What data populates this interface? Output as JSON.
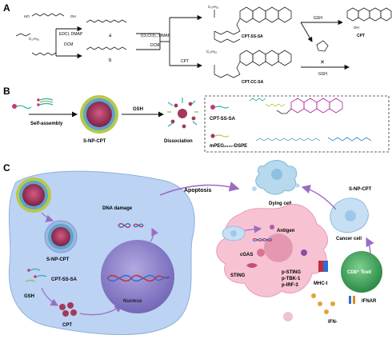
{
  "panel_labels": [
    "A",
    "B",
    "C"
  ],
  "panel_a": {
    "reagents_top": "EDCI, DMAP",
    "reagents_top_solvent": "DCM",
    "reagents_main": "(Cl₃CO)₃, DMAP",
    "reagents_main_solvent": "DCM",
    "reagent_cpt": "CPT",
    "compound_a": "a",
    "compound_b": "b",
    "acid_label": "C₁₇H₃₅",
    "product_ss": "CPT-SS-SA",
    "product_cc": "CPT-CC-SA",
    "product_cpt": "CPT",
    "gsh_top": "GSH",
    "gsh_bottom": "GSH",
    "oh": "OH"
  },
  "panel_b": {
    "self_assembly": "Self-assembly",
    "snp_cpt": "S-NP-CPT",
    "gsh": "GSH",
    "dissociation": "Dissociation",
    "legend_1": "CPT-SS-SA",
    "legend_2": "mPEG₂₀₀₀-DSPE"
  },
  "panel_c": {
    "apoptosis": "Apoptosis",
    "dna_damage": "DNA damage",
    "snp_cpt_1": "S-NP-CPT",
    "cpt_ss_sa": "CPT-SS-SA",
    "gsh": "GSH",
    "cpt": "CPT",
    "nucleus": "Nucleus",
    "dying_cell": "Dying cell",
    "snp_cpt_2": "S-NP-CPT",
    "cancer_cell": "Cancer cell",
    "antigen": "Antigen",
    "cgas": "cGAS",
    "sting": "STING",
    "pathway_1": "p-STING",
    "pathway_2": "p-TBK-1",
    "pathway_3": "p-IRF-3",
    "mhc": "MHC-I",
    "cd8": "CD8⁺ Tcell",
    "ifnar": "IFNAR",
    "ifn": "IFN-"
  },
  "colors": {
    "cell_blue": "#bcd3f3",
    "dc_pink": "#f7c3d2",
    "nucleus_purple": "#8f86c9",
    "tcell_green": "#3fa35a",
    "arrow_purple": "#9b6cc5",
    "np_core": "#a33a5c",
    "np_shell": "#b7c94a",
    "sa_teal": "#2bb3a5",
    "cpt_magenta": "#b0229f"
  }
}
